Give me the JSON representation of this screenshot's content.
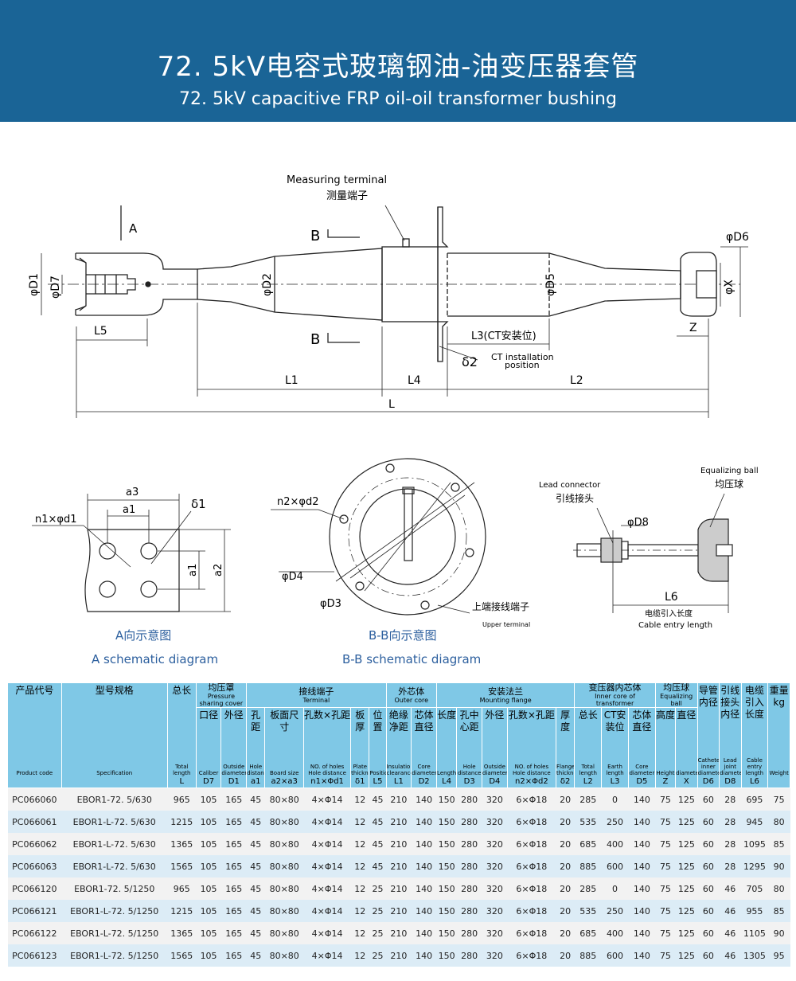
{
  "header": {
    "title_cn": "72. 5kV电容式玻璃钢油-油变压器套管",
    "title_en": "72. 5kV capacitive FRP oil-oil   transformer bushing"
  },
  "main_drawing": {
    "measuring_terminal_en": "Measuring terminal",
    "measuring_terminal_cn": "测量端子",
    "view_A": "A",
    "view_B_top": "B",
    "view_B_bottom": "B",
    "D1": "φD1",
    "D7": "φD7",
    "D2": "φD2",
    "D5": "φD5",
    "D6": "φD6",
    "X": "φX",
    "L5": "L5",
    "L1": "L1",
    "L4": "L4",
    "L2": "L2",
    "L": "L",
    "Z": "Z",
    "L3": "L3(CT安装位)",
    "delta2": "δ2",
    "ct_install_en_1": "CT installation",
    "ct_install_en_2": "position"
  },
  "view_a": {
    "a3": "a3",
    "a1_top": "a1",
    "delta1": "δ1",
    "n1d1": "n1×φd1",
    "a1_side": "a1",
    "a2": "a2",
    "caption_cn": "A向示意图",
    "caption_en": "A  schematic diagram"
  },
  "view_bb": {
    "n2d2": "n2×φd2",
    "D4": "φD4",
    "D3": "φD3",
    "upper_terminal_cn": "上端接线端子",
    "upper_terminal_en": "Upper terminal",
    "caption_cn": "B-B向示意图",
    "caption_en": "B-B  schematic diagram"
  },
  "cable_view": {
    "equalizing_ball_en": "Equalizing ball",
    "equalizing_ball_cn": "均压球",
    "lead_connector_en": "Lead connector",
    "lead_connector_cn": "引线接头",
    "D8": "φD8",
    "L6": "L6",
    "cable_len_cn": "电缆引入长度",
    "cable_len_en": "Cable entry length"
  },
  "table": {
    "groups": {
      "pressure_cover_cn": "均压罩",
      "pressure_cover_en": "Pressure sharing cover",
      "terminal_cn": "接线端子",
      "terminal_en": "Terminal",
      "outer_core_cn": "外芯体",
      "outer_core_en": "Outer core",
      "mounting_flange_cn": "安装法兰",
      "mounting_flange_en": "Mounting flange",
      "inner_core_cn": "变压器内芯体",
      "inner_core_en": "Inner core of transformer",
      "equalizing_ball_cn": "均压球",
      "equalizing_ball_en": "Equalizing ball"
    },
    "columns": [
      {
        "cn": "产品代号",
        "en": "Product code",
        "sym": ""
      },
      {
        "cn": "型号规格",
        "en": "Specification",
        "sym": ""
      },
      {
        "cn": "总长",
        "en": "Total length",
        "sym": "L"
      },
      {
        "cn": "口径",
        "en": "Caliber",
        "sym": "D7"
      },
      {
        "cn": "外径",
        "en": "Outside diameter",
        "sym": "D1"
      },
      {
        "cn": "孔距",
        "en": "Hole distance",
        "sym": "a1"
      },
      {
        "cn": "板面尺寸",
        "en": "Board size",
        "sym": "a2×a3"
      },
      {
        "cn": "孔数×孔距",
        "en": "NO. of holes Hole distance",
        "sym": "n1×Φd1"
      },
      {
        "cn": "板厚",
        "en": "Plate thickness",
        "sym": "δ1"
      },
      {
        "cn": "位置",
        "en": "Position",
        "sym": "L5"
      },
      {
        "cn": "绝缘净距",
        "en": "Insulation clearance",
        "sym": "L1"
      },
      {
        "cn": "芯体直径",
        "en": "Core diameter",
        "sym": "D2"
      },
      {
        "cn": "长度",
        "en": "Length",
        "sym": "L4"
      },
      {
        "cn": "孔中心距",
        "en": "Hole distance",
        "sym": "D3"
      },
      {
        "cn": "外径",
        "en": "Outside diameter",
        "sym": "D4"
      },
      {
        "cn": "孔数×孔距",
        "en": "NO. of holes Hole distance",
        "sym": "n2×Φd2"
      },
      {
        "cn": "厚度",
        "en": "Flange thickness",
        "sym": "δ2"
      },
      {
        "cn": "总长",
        "en": "Total length",
        "sym": "L2"
      },
      {
        "cn": "CT安装位",
        "en": "Earth length",
        "sym": "L3"
      },
      {
        "cn": "芯体直径",
        "en": "Core diameter",
        "sym": "D5"
      },
      {
        "cn": "高度",
        "en": "Height",
        "sym": "Z"
      },
      {
        "cn": "直径",
        "en": "diameter",
        "sym": "X"
      },
      {
        "cn": "导管内径",
        "en": "Catheter inner diameter",
        "sym": "D6"
      },
      {
        "cn": "引线接头内径",
        "en": "Lead joint diameter",
        "sym": "D8"
      },
      {
        "cn": "电缆引入长度",
        "en": "Cable entry length",
        "sym": "L6"
      },
      {
        "cn": "重量kg",
        "en": "Weight",
        "sym": ""
      }
    ],
    "rows": [
      [
        "PC066060",
        "EBOR1-72. 5/630",
        "965",
        "105",
        "165",
        "45",
        "80×80",
        "4×Φ14",
        "12",
        "45",
        "210",
        "140",
        "150",
        "280",
        "320",
        "6×Φ18",
        "20",
        "285",
        "0",
        "140",
        "75",
        "125",
        "60",
        "28",
        "695",
        "75"
      ],
      [
        "PC066061",
        "EBOR1-L-72. 5/630",
        "1215",
        "105",
        "165",
        "45",
        "80×80",
        "4×Φ14",
        "12",
        "45",
        "210",
        "140",
        "150",
        "280",
        "320",
        "6×Φ18",
        "20",
        "535",
        "250",
        "140",
        "75",
        "125",
        "60",
        "28",
        "945",
        "80"
      ],
      [
        "PC066062",
        "EBOR1-L-72. 5/630",
        "1365",
        "105",
        "165",
        "45",
        "80×80",
        "4×Φ14",
        "12",
        "45",
        "210",
        "140",
        "150",
        "280",
        "320",
        "6×Φ18",
        "20",
        "685",
        "400",
        "140",
        "75",
        "125",
        "60",
        "28",
        "1095",
        "85"
      ],
      [
        "PC066063",
        "EBOR1-L-72. 5/630",
        "1565",
        "105",
        "165",
        "45",
        "80×80",
        "4×Φ14",
        "12",
        "45",
        "210",
        "140",
        "150",
        "280",
        "320",
        "6×Φ18",
        "20",
        "885",
        "600",
        "140",
        "75",
        "125",
        "60",
        "28",
        "1295",
        "90"
      ],
      [
        "PC066120",
        "EBOR1-72. 5/1250",
        "965",
        "105",
        "165",
        "45",
        "80×80",
        "4×Φ14",
        "12",
        "25",
        "210",
        "140",
        "150",
        "280",
        "320",
        "6×Φ18",
        "20",
        "285",
        "0",
        "140",
        "75",
        "125",
        "60",
        "46",
        "705",
        "80"
      ],
      [
        "PC066121",
        "EBOR1-L-72. 5/1250",
        "1215",
        "105",
        "165",
        "45",
        "80×80",
        "4×Φ14",
        "12",
        "25",
        "210",
        "140",
        "150",
        "280",
        "320",
        "6×Φ18",
        "20",
        "535",
        "250",
        "140",
        "75",
        "125",
        "60",
        "46",
        "955",
        "85"
      ],
      [
        "PC066122",
        "EBOR1-L-72. 5/1250",
        "1365",
        "105",
        "165",
        "45",
        "80×80",
        "4×Φ14",
        "12",
        "25",
        "210",
        "140",
        "150",
        "280",
        "320",
        "6×Φ18",
        "20",
        "685",
        "400",
        "140",
        "75",
        "125",
        "60",
        "46",
        "1105",
        "90"
      ],
      [
        "PC066123",
        "EBOR1-L-72. 5/1250",
        "1565",
        "105",
        "165",
        "45",
        "80×80",
        "4×Φ14",
        "12",
        "25",
        "210",
        "140",
        "150",
        "280",
        "320",
        "6×Φ18",
        "20",
        "885",
        "600",
        "140",
        "75",
        "125",
        "60",
        "46",
        "1305",
        "95"
      ]
    ]
  }
}
